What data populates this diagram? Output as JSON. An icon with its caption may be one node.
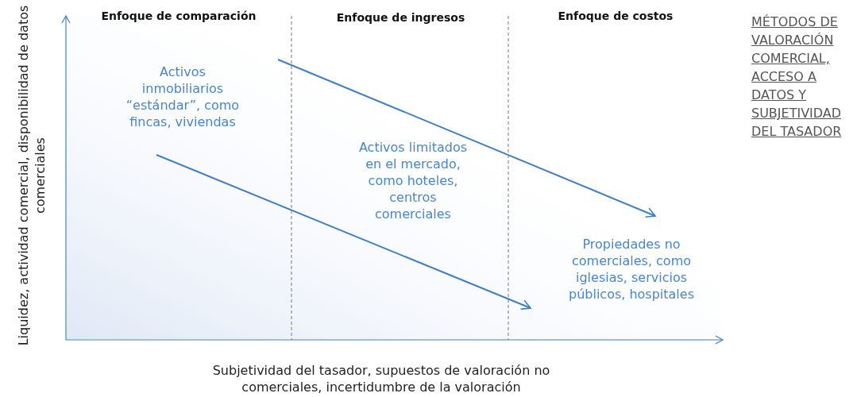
{
  "diagram": {
    "title": "MÉTODOS DE VALORACIÓN COMERCIAL, ACCESO A DATOS Y SUBJETIVIDAD DEL TASADOR",
    "labels": [
      "Enfoque de comparación",
      "Enfoque de ingresos",
      "Enfoque de costos",
      "Activos inmobiliarios “estándar”, como fincas,  viviendas",
      "Activos limitados  en el mercado, como hoteles,  centros comerciales",
      "Propiedades no comerciales, como iglesias, servicios públicos, hospitales",
      "Liquidez, actividad comercial, disponibilidad de datos comerciales",
      "Subjetividad del tasador, supuestos de valoración no comerciales, incertidumbre de la valoración"
    ]
  }
}
